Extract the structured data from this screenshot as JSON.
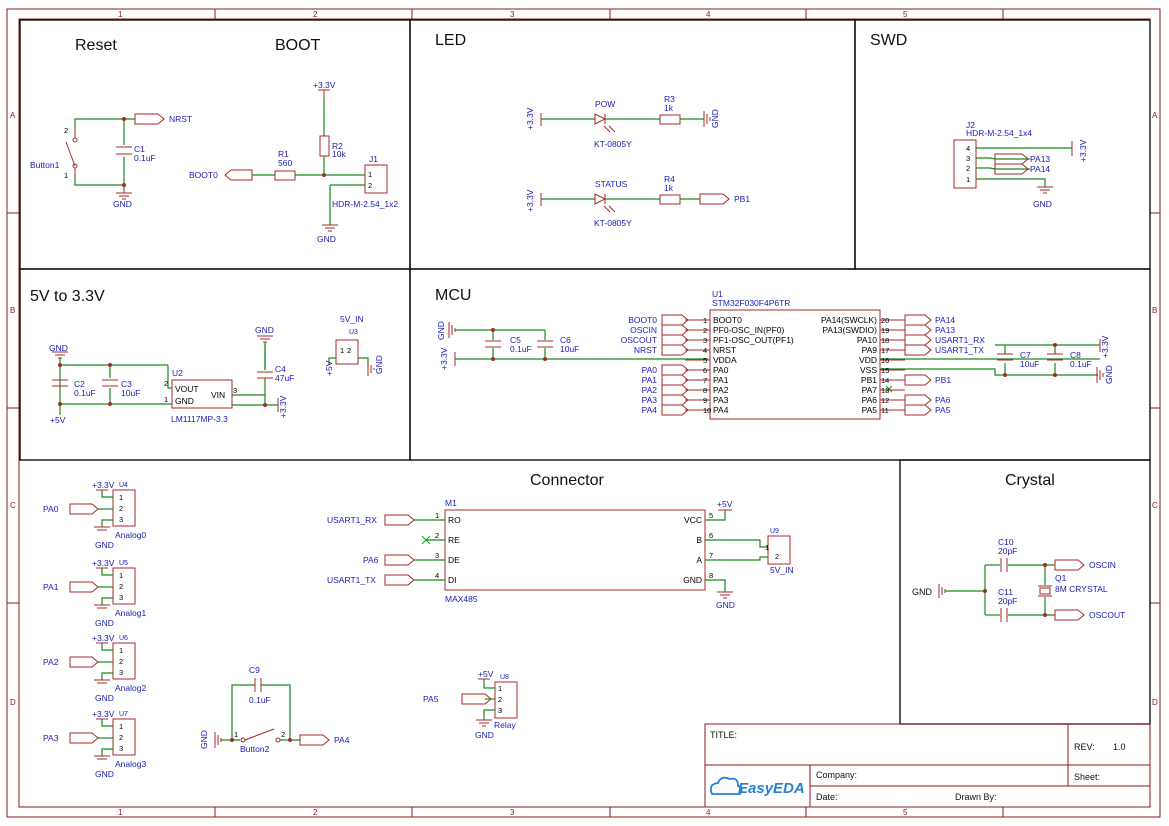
{
  "ruler": {
    "cols": [
      "1",
      "2",
      "3",
      "4",
      "5"
    ],
    "rows": [
      "A",
      "B",
      "C",
      "D"
    ]
  },
  "sections": {
    "reset": "Reset",
    "boot": "BOOT",
    "led": "LED",
    "swd": "SWD",
    "power": "5V to 3.3V",
    "mcu": "MCU",
    "connector": "Connector",
    "crystal": "Crystal"
  },
  "reset": {
    "nrst": "NRST",
    "button": "Button1",
    "c1": "C1",
    "c1v": "0.1uF",
    "gnd": "GND",
    "pin2": "2",
    "pin1": "1"
  },
  "boot": {
    "v33": "+3.3V",
    "r2": "R2",
    "r2v": "10k",
    "r1": "R1",
    "r1v": "560",
    "j1": "J1",
    "j1v": "HDR-M-2.54_1x2",
    "boot0": "BOOT0",
    "gnd": "GND",
    "p1": "1",
    "p2": "2"
  },
  "led": {
    "v33a": "+3.3V",
    "v33b": "+3.3V",
    "pow": "POW",
    "status": "STATUS",
    "r3": "R3",
    "r3v": "1k",
    "r4": "R4",
    "r4v": "1k",
    "led1v": "KT-0805Y",
    "led2v": "KT-0805Y",
    "gnd": "GND",
    "pb1": "PB1"
  },
  "swd": {
    "j2": "J2",
    "j2v": "HDR-M-2.54_1x4",
    "pins": [
      "4",
      "3",
      "2",
      "1"
    ],
    "pa13": "PA13",
    "pa14": "PA14",
    "v33": "+3.3V",
    "gnd": "GND"
  },
  "power": {
    "gnd": "GND",
    "c2": "C2",
    "c2v": "0.1uF",
    "c3": "C3",
    "c3v": "10uF",
    "v5": "+5V",
    "u2": "U2",
    "u2v": "LM1117MP-3.3",
    "vout": "VOUT",
    "gndp": "GND",
    "vin": "VIN",
    "p2": "2",
    "p1": "1",
    "p3": "3",
    "gnd2": "GND",
    "c4": "C4",
    "c4v": "47uF",
    "v33": "+3.3V",
    "in5": "5V_IN",
    "inv5": "+5V",
    "inpins": [
      "1",
      "2"
    ],
    "inlbl": "U3",
    "gnd3": "GND"
  },
  "mcu": {
    "u1": "U1",
    "u1v": "STM32F030F4P6TR",
    "gnd": "GND",
    "v33": "+3.3V",
    "c5": "C5",
    "c5v": "0.1uF",
    "c6": "C6",
    "c6v": "10uF",
    "left": [
      {
        "net": "BOOT0",
        "pin": "BOOT0",
        "n": "1"
      },
      {
        "net": "OSCIN",
        "pin": "PF0-OSC_IN(PF0)",
        "n": "2"
      },
      {
        "net": "OSCOUT",
        "pin": "PF1-OSC_OUT(PF1)",
        "n": "3"
      },
      {
        "net": "NRST",
        "pin": "NRST",
        "n": "4"
      },
      {
        "net": "",
        "pin": "VDDA",
        "n": "5"
      },
      {
        "net": "PA0",
        "pin": "PA0",
        "n": "6"
      },
      {
        "net": "PA1",
        "pin": "PA1",
        "n": "7"
      },
      {
        "net": "PA2",
        "pin": "PA2",
        "n": "8"
      },
      {
        "net": "PA3",
        "pin": "PA3",
        "n": "9"
      },
      {
        "net": "PA4",
        "pin": "PA4",
        "n": "10"
      }
    ],
    "right": [
      {
        "net": "PA14",
        "pin": "PA14(SWCLK)",
        "n": "20"
      },
      {
        "net": "PA13",
        "pin": "PA13(SWDIO)",
        "n": "19"
      },
      {
        "net": "USART1_RX",
        "pin": "PA10",
        "n": "18"
      },
      {
        "net": "USART1_TX",
        "pin": "PA9",
        "n": "17"
      },
      {
        "net": "",
        "pin": "VDD",
        "n": "16"
      },
      {
        "net": "",
        "pin": "VSS",
        "n": "15"
      },
      {
        "net": "PB1",
        "pin": "PB1",
        "n": "14"
      },
      {
        "net": "",
        "pin": "PA7",
        "n": "13"
      },
      {
        "net": "PA6",
        "pin": "PA6",
        "n": "12"
      },
      {
        "net": "PA5",
        "pin": "PA5",
        "n": "11"
      }
    ],
    "c7": "C7",
    "c7v": "10uF",
    "c8": "C8",
    "c8v": "0.1uF",
    "v33b": "+3.3V",
    "gnd2": "GND"
  },
  "analog": [
    {
      "net": "PA0",
      "v": "+3.3V",
      "u": "U4",
      "name": "Analog0",
      "gnd": "GND"
    },
    {
      "net": "PA1",
      "v": "+3.3V",
      "u": "U5",
      "name": "Analog1",
      "gnd": "GND"
    },
    {
      "net": "PA2",
      "v": "+3.3V",
      "u": "U6",
      "name": "Analog2",
      "gnd": "GND"
    },
    {
      "net": "PA3",
      "v": "+3.3V",
      "u": "U7",
      "name": "Analog3",
      "gnd": "GND"
    }
  ],
  "headerpins": [
    "1",
    "2",
    "3"
  ],
  "button2": {
    "c9": "C9",
    "c9v": "0.1uF",
    "gnd": "GND",
    "name": "Button2",
    "pa4": "PA4",
    "p1": "1",
    "p2": "2"
  },
  "relay": {
    "pa5": "PA5",
    "v5": "+5V",
    "u": "U8",
    "name": "Relay",
    "gnd": "GND"
  },
  "connector": {
    "m1": "M1",
    "m1v": "MAX485",
    "rx": "USART1_RX",
    "pa6": "PA6",
    "tx": "USART1_TX",
    "left": [
      {
        "pin": "RO",
        "n": "1"
      },
      {
        "pin": "RE",
        "n": "2"
      },
      {
        "pin": "DE",
        "n": "3"
      },
      {
        "pin": "DI",
        "n": "4"
      }
    ],
    "right": [
      {
        "pin": "VCC",
        "n": "5"
      },
      {
        "pin": "B",
        "n": "6"
      },
      {
        "pin": "A",
        "n": "7"
      },
      {
        "pin": "GND",
        "n": "8"
      }
    ],
    "v5": "+5V",
    "gnd": "GND",
    "u9": "U9",
    "in5": "5V_IN",
    "hp": [
      "1",
      "2"
    ]
  },
  "crystal": {
    "c10": "C10",
    "c10v": "20pF",
    "c11": "C11",
    "c11v": "20pF",
    "q1": "Q1",
    "q1v": "8M CRYSTAL",
    "gnd": "GND",
    "oscin": "OSCIN",
    "oscout": "OSCOUT"
  },
  "titleblock": {
    "title": "TITLE:",
    "rev": "REV:",
    "revv": "1.0",
    "company": "Company:",
    "sheet": "Sheet:",
    "date": "Date:",
    "drawn": "Drawn By:",
    "logo": "EasyEDA"
  }
}
